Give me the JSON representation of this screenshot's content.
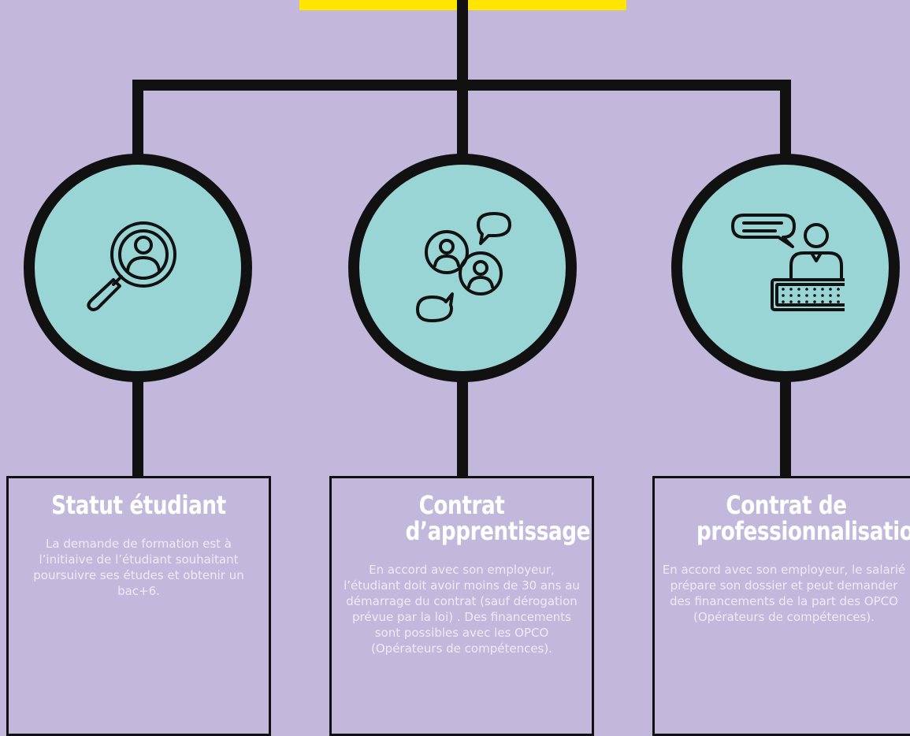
{
  "colors": {
    "background": "#c2b8dc",
    "accent_top": "#ffe500",
    "circle_fill": "#9ad5d6",
    "line": "#111111",
    "text": "#ffffff"
  },
  "items": [
    {
      "icon": "magnifier-user-icon",
      "title": "Statut étudiant",
      "text": "La demande de formation est à l’initiaive de l’étudiant souhaitant poursuivre ses études et obtenir un bac+6."
    },
    {
      "icon": "users-chat-icon",
      "title": "Contrat d’apprentissage",
      "text": "En accord avec son employeur, l’étudiant doit avoir moins de 30 ans au démarrage du contrat (sauf dérogation prévue par la loi) . Des financements sont possibles avec les OPCO (Opérateurs de compétences)."
    },
    {
      "icon": "desk-speech-icon",
      "title": "Contrat de professionnalisation",
      "text": "En accord avec son employeur, le salarié prépare son dossier et peut demander des financements de la part des OPCO (Opérateurs de compétences)."
    }
  ]
}
